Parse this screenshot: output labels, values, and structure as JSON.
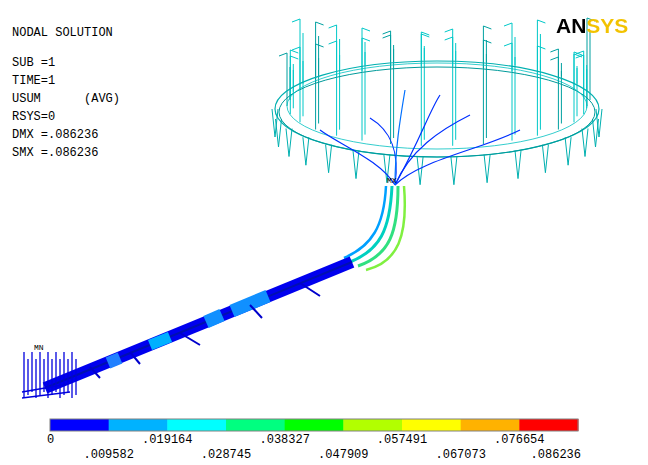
{
  "diagram": {
    "labels": [
      "NODAL SOLUTION",
      "SUB =1",
      "TIME=1",
      "USUM      (AVG)",
      "RSYS=0",
      "DMX =.086236",
      "SMX =.086236",
      "ANSYS",
      "MX",
      "MN",
      "0",
      ".019164",
      ".038327",
      ".057491",
      ".076654",
      ".009582",
      ".028745",
      ".047909",
      ".067073",
      ".086236"
    ]
  }
}
